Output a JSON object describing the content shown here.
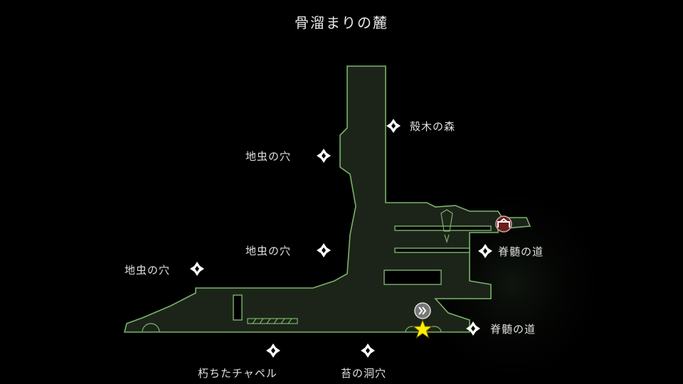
{
  "area_title": "骨溜まりの麓",
  "colors": {
    "map_fill": "#1c2419",
    "map_outline": "#7bb36a",
    "player_star": "#ffee00",
    "pin_red": "#6b1e1e"
  },
  "transitions": [
    {
      "label": "殻木の森",
      "icon": "transition-marker-icon"
    },
    {
      "label": "地虫の穴",
      "icon": "transition-marker-icon"
    },
    {
      "label": "地虫の穴",
      "icon": "transition-marker-icon"
    },
    {
      "label": "地虫の穴",
      "icon": "transition-marker-icon"
    },
    {
      "label": "脊髄の道",
      "icon": "transition-marker-icon"
    },
    {
      "label": "脊髄の道",
      "icon": "transition-marker-icon"
    },
    {
      "label": "朽ちたチャペル",
      "icon": "transition-marker-icon"
    },
    {
      "label": "苔の洞穴",
      "icon": "transition-marker-icon"
    }
  ],
  "markers": {
    "player": "star-icon",
    "bench": "bench-pin-icon",
    "vendor": "red-pin-icon"
  }
}
